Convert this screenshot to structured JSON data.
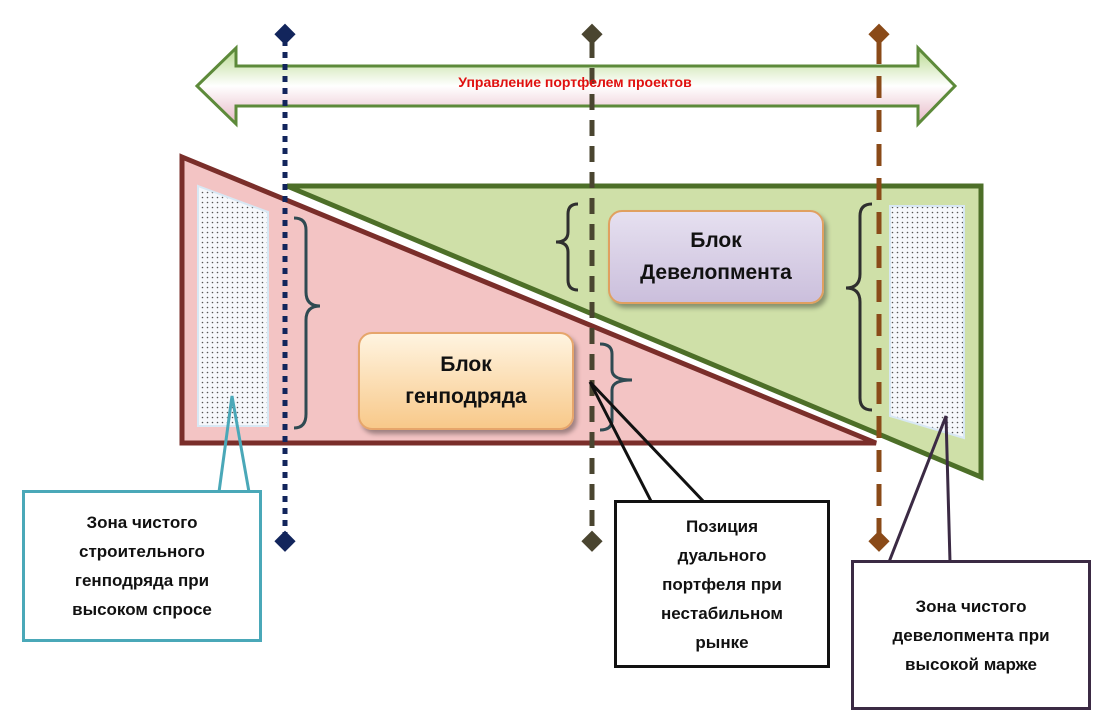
{
  "header_arrow": {
    "label": "Управление портфелем проектов",
    "label_color": "#e01010"
  },
  "blocks": {
    "development": "Блок\nДевелопмента",
    "general_contract": "Блок\nгенподряда"
  },
  "callouts": {
    "left": "Зона чистого\nстроительного\nгенподряда при\nвысоком спросе",
    "middle": "Позиция\nдуального\nпортфеля при\nнестабильном\nрынке",
    "right": "Зона чистого\nдевелопмента при\nвысокой марже"
  },
  "colors": {
    "pink_zone": "#f3c4c4",
    "green_zone": "#cfe0a8",
    "marker_left": "#12255c",
    "marker_mid": "#4a4530",
    "marker_right": "#8a4a18"
  }
}
